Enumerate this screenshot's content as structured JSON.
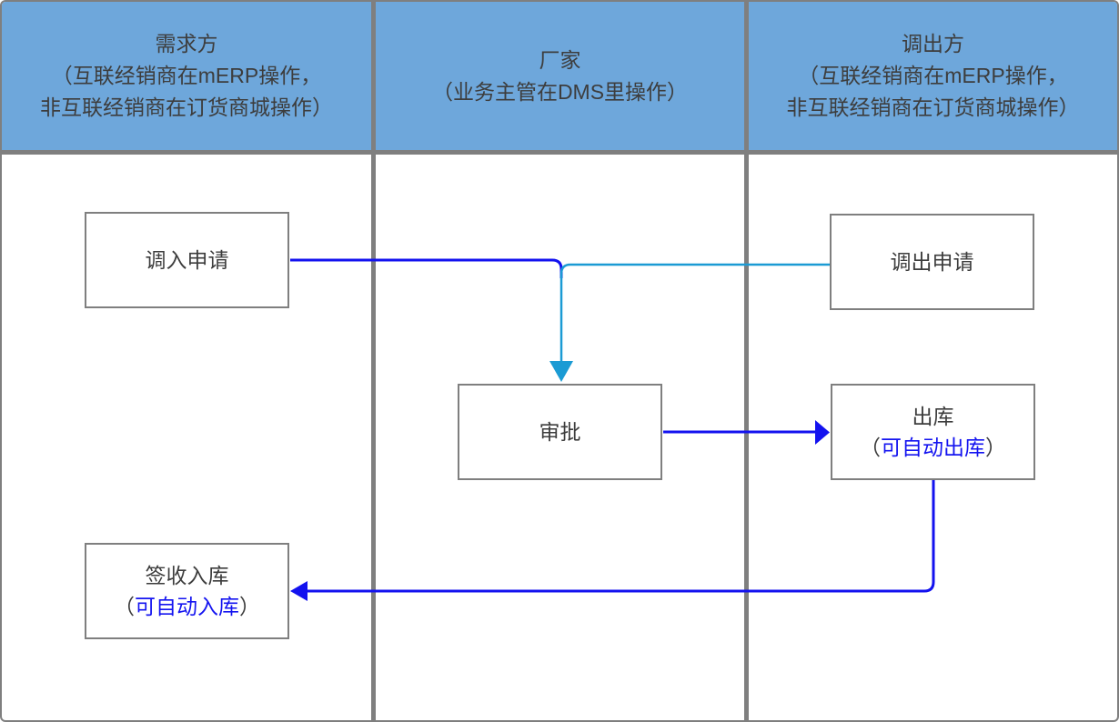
{
  "colors": {
    "header-bg": "#6ea7db",
    "frame-gray": "#7f7f7f",
    "box-border": "#7f7f7f",
    "text-dark": "#3d3d3d",
    "line-blue": "#1312ef",
    "line-cyan": "#1b9bd4",
    "text-blue": "#1414f0",
    "canvas-bg": "#ffffff"
  },
  "lanes": [
    {
      "title": "需求方",
      "subtitle_line1": "（互联经销商在mERP操作，",
      "subtitle_line2": "非互联经销商在订货商城操作）"
    },
    {
      "title": "厂家",
      "subtitle_line1": "（业务主管在DMS里操作）",
      "subtitle_line2": ""
    },
    {
      "title": "调出方",
      "subtitle_line1": "（互联经销商在mERP操作，",
      "subtitle_line2": "非互联经销商在订货商城操作）"
    }
  ],
  "nodes": {
    "transfer_in_request": {
      "label": "调入申请"
    },
    "transfer_out_request": {
      "label": "调出申请"
    },
    "approval": {
      "label": "审批"
    },
    "outbound": {
      "label": "出库",
      "sub_prefix": "（",
      "sub_highlight": "可自动出库",
      "sub_suffix": "）"
    },
    "receipt_inbound": {
      "label": "签收入库",
      "sub_prefix": "（",
      "sub_highlight": "可自动入库",
      "sub_suffix": "）"
    }
  },
  "edges": [
    {
      "from": "调入申请",
      "to": "审批",
      "color": "blue"
    },
    {
      "from": "调出申请",
      "to": "审批",
      "color": "cyan"
    },
    {
      "from": "审批",
      "to": "出库",
      "color": "blue"
    },
    {
      "from": "出库",
      "to": "签收入库",
      "color": "blue"
    }
  ]
}
